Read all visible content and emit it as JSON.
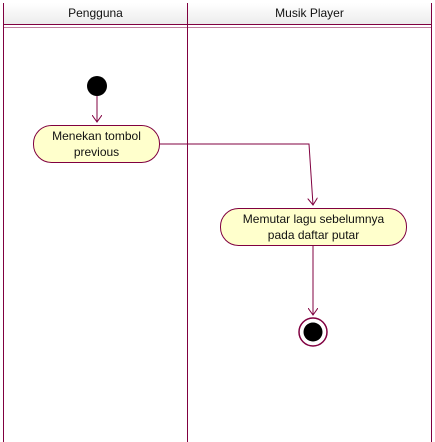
{
  "colors": {
    "line": "#800040",
    "action_fill": "#ffffcc",
    "header_fill": "#ececec",
    "node_fill": "#000000"
  },
  "swimlanes": [
    {
      "name": "Pengguna"
    },
    {
      "name": "Musik Player"
    }
  ],
  "actions": [
    {
      "lines": [
        "Menekan tombol",
        "previous"
      ]
    },
    {
      "lines": [
        "Memutar lagu sebelumnya",
        "pada daftar putar"
      ]
    }
  ],
  "nodes": {
    "initial": "initial-node",
    "final": "final-node"
  }
}
